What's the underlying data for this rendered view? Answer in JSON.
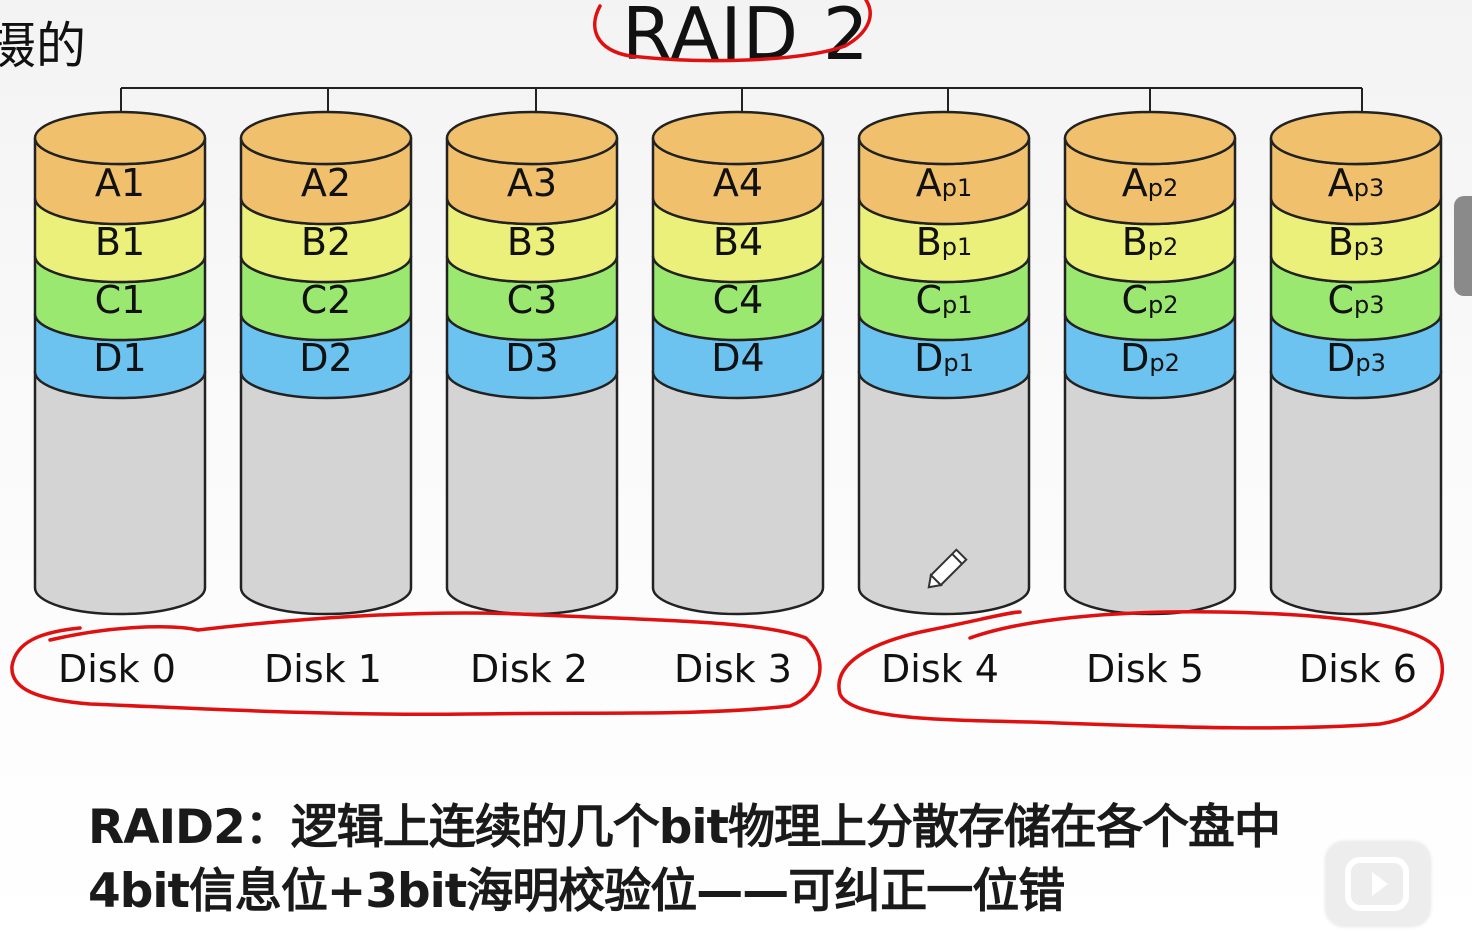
{
  "corner_text": "摄的",
  "title": "RAID 2",
  "disks": [
    {
      "label": "Disk 0",
      "layers": [
        {
          "main": "A1",
          "sub": ""
        },
        {
          "main": "B1",
          "sub": ""
        },
        {
          "main": "C1",
          "sub": ""
        },
        {
          "main": "D1",
          "sub": ""
        }
      ]
    },
    {
      "label": "Disk 1",
      "layers": [
        {
          "main": "A2",
          "sub": ""
        },
        {
          "main": "B2",
          "sub": ""
        },
        {
          "main": "C2",
          "sub": ""
        },
        {
          "main": "D2",
          "sub": ""
        }
      ]
    },
    {
      "label": "Disk 2",
      "layers": [
        {
          "main": "A3",
          "sub": ""
        },
        {
          "main": "B3",
          "sub": ""
        },
        {
          "main": "C3",
          "sub": ""
        },
        {
          "main": "D3",
          "sub": ""
        }
      ]
    },
    {
      "label": "Disk 3",
      "layers": [
        {
          "main": "A4",
          "sub": ""
        },
        {
          "main": "B4",
          "sub": ""
        },
        {
          "main": "C4",
          "sub": ""
        },
        {
          "main": "D4",
          "sub": ""
        }
      ]
    },
    {
      "label": "Disk 4",
      "layers": [
        {
          "main": "A",
          "sub": "p1"
        },
        {
          "main": "B",
          "sub": "p1"
        },
        {
          "main": "C",
          "sub": "p1"
        },
        {
          "main": "D",
          "sub": "p1"
        }
      ]
    },
    {
      "label": "Disk 5",
      "layers": [
        {
          "main": "A",
          "sub": "p2"
        },
        {
          "main": "B",
          "sub": "p2"
        },
        {
          "main": "C",
          "sub": "p2"
        },
        {
          "main": "D",
          "sub": "p2"
        }
      ]
    },
    {
      "label": "Disk 6",
      "layers": [
        {
          "main": "A",
          "sub": "p3"
        },
        {
          "main": "B",
          "sub": "p3"
        },
        {
          "main": "C",
          "sub": "p3"
        },
        {
          "main": "D",
          "sub": "p3"
        }
      ]
    }
  ],
  "layer_colors": [
    "#f0c06c",
    "#eaf07a",
    "#9be870",
    "#6cc3ef"
  ],
  "body_color": "#d4d4d4",
  "annotation_color": "#e01010",
  "caption": {
    "line1": "RAID2：逻辑上连续的几个bit物理上分散存储在各个盘中",
    "line2": "4bit信息位+3bit海明校验位——可纠正一位错"
  },
  "icons": {
    "cursor": "pencil-icon",
    "player": "play-icon"
  }
}
